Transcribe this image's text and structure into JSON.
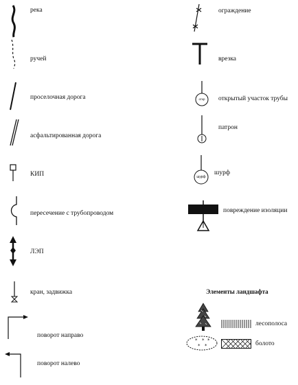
{
  "legend": {
    "left": [
      {
        "id": "river",
        "label": "река",
        "icon": "wavy-line-icon"
      },
      {
        "id": "stream",
        "label": "ручей",
        "icon": "dashed-curve-icon"
      },
      {
        "id": "dirt_road",
        "label": "проселочная дорога",
        "icon": "single-line-icon"
      },
      {
        "id": "asphalt_road",
        "label": "асфальтированная дорога",
        "icon": "double-line-icon"
      },
      {
        "id": "kip",
        "label": "КИП",
        "icon": "square-post-icon"
      },
      {
        "id": "pipeline_crossing",
        "label": "пересечение с трубопроводом",
        "icon": "bracket-curve-icon"
      },
      {
        "id": "power_line",
        "label": "ЛЭП",
        "icon": "double-arrow-icon"
      },
      {
        "id": "valve",
        "label": "кран, задвижка",
        "icon": "valve-icon"
      },
      {
        "id": "turn_right",
        "label": "поворот направо",
        "icon": "arrow-right-icon"
      },
      {
        "id": "turn_left",
        "label": "поворот налево",
        "icon": "arrow-left-icon"
      }
    ],
    "right": [
      {
        "id": "fence",
        "label": "ограждение",
        "icon": "fence-icon"
      },
      {
        "id": "tap_in",
        "label": "врезка",
        "icon": "tee-icon"
      },
      {
        "id": "open_pipe",
        "label": "открытый участок трубы",
        "icon": "open-pipe-circle-icon",
        "badge": "откр"
      },
      {
        "id": "cartridge",
        "label": "патрон",
        "icon": "cartridge-circle-icon"
      },
      {
        "id": "pit",
        "label": "шурф",
        "icon": "pit-circle-icon",
        "badge": "шурф"
      },
      {
        "id": "insulation_damage",
        "label": "повреждение изоляции",
        "icon": "insulation-damage-icon"
      }
    ],
    "landscape": {
      "title": "Элементы ландшафта",
      "items": [
        {
          "id": "forest_belt",
          "label": "лесополоса",
          "icon": "tree-hatch-icon"
        },
        {
          "id": "swamp",
          "label": "болото",
          "icon": "swamp-icon"
        }
      ]
    }
  }
}
